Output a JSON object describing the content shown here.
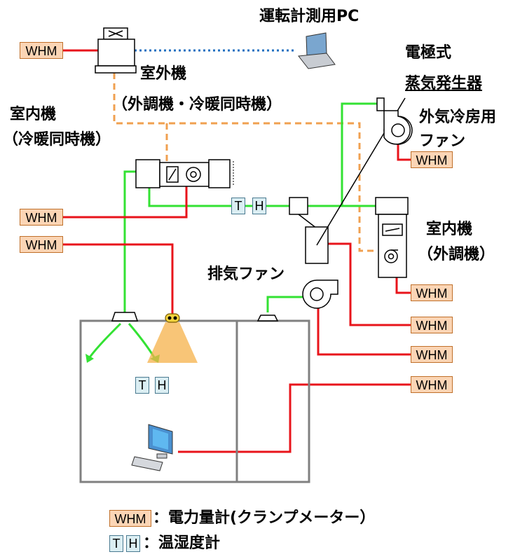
{
  "labels": {
    "pc": "運転計測用PC",
    "outdoor_unit": "室外機",
    "outdoor_unit_type": "（外調機・冷暖同時機）",
    "indoor_unit_left": "室内機",
    "indoor_unit_left_type": "（冷暖同時機）",
    "steam_gen_1": "電極式",
    "steam_gen_2": "蒸気発生器",
    "oa_fan_1": "外気冷房用",
    "oa_fan_2": "ファン",
    "indoor_unit_right": "室内機",
    "indoor_unit_right_type": "（外調機）",
    "exhaust_fan": "排気ファン"
  },
  "meters": {
    "whm": "WHM",
    "t": "T",
    "h": "H"
  },
  "legend": {
    "whm_desc": "：電力量計(クランプメーター）",
    "th_desc": "：温湿度計"
  },
  "colors": {
    "power_line": "#e8141b",
    "air_duct": "#33e233",
    "refrigerant": "#f0a050",
    "data_link": "#1f6fc0",
    "room_wall": "#808080",
    "whm_fill": "#fbd5b5",
    "th_fill": "#dbeef3"
  }
}
